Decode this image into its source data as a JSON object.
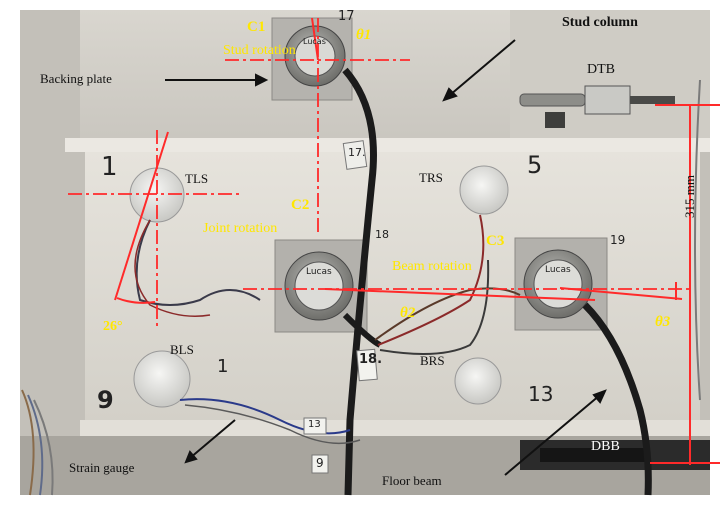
{
  "labels": {
    "c1": "C1",
    "stud_rotation": "Stud rotation",
    "theta1": "θ1",
    "stud_column": "Stud column",
    "backing_plate": "Backing plate",
    "dtb": "DTB",
    "tls": "TLS",
    "trs": "TRS",
    "c2": "C2",
    "joint_rotation": "Joint rotation",
    "c3": "C3",
    "beam_rotation": "Beam rotation",
    "dimension": "315 mm",
    "angle": "26°",
    "theta2": "θ2",
    "theta3": "θ3",
    "bls": "BLS",
    "brs": "BRS",
    "strain_gauge": "Strain gauge",
    "floor_beam": "Floor beam",
    "dbb": "DBB"
  },
  "handwritten": {
    "n17_top": "17",
    "n17_tag": "17.",
    "n1": "1",
    "n5": "5",
    "n18_a": "18",
    "n18_tag": "18.",
    "n19": "19",
    "n1_b": "1",
    "n9": "9",
    "n13_a": "13",
    "n13_b": "13",
    "n9_tag": "9"
  },
  "device_brand": "Lucas",
  "colors": {
    "annotation_yellow": "#ffe700",
    "annotation_red": "#ff2a2a",
    "text_black": "#111111"
  }
}
